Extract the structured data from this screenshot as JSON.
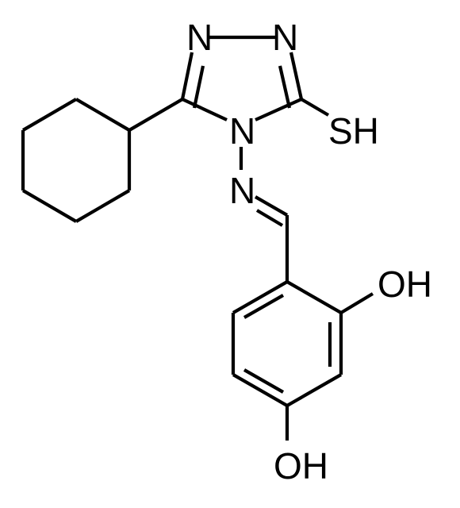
{
  "structure": {
    "atom_labels": {
      "n_top_left": "N",
      "n_top_right": "N",
      "n_ring": "N",
      "n_imine": "N",
      "sh": "SH",
      "oh_upper": "OH",
      "oh_lower": "OH"
    },
    "colors": {
      "ink": "#000000",
      "background": "#ffffff"
    }
  }
}
